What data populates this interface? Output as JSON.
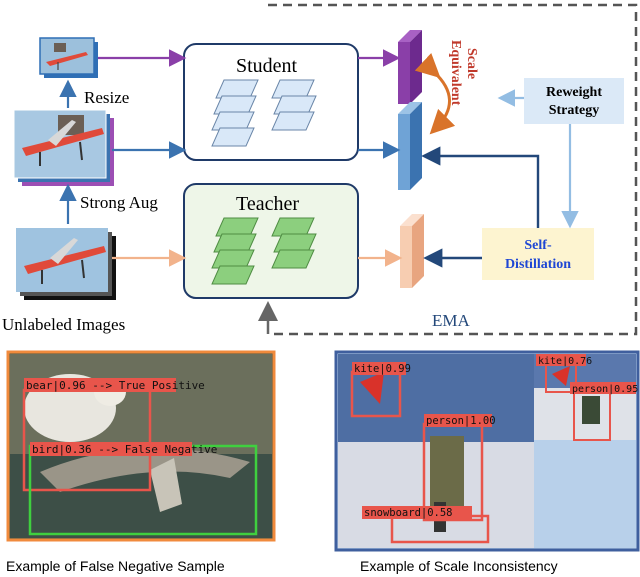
{
  "labels": {
    "student": "Student",
    "teacher": "Teacher",
    "resize": "Resize",
    "strong_aug": "Strong Aug",
    "unlabeled": "Unlabeled Images",
    "scale_equivalent_1": "Scale",
    "scale_equivalent_2": "Equivalent",
    "reweight_1": "Reweight",
    "reweight_2": "Strategy",
    "self_distill_1": "Self-",
    "self_distill_2": "Distillation",
    "ema": "EMA"
  },
  "examples": {
    "left": {
      "caption": "Example of False Negative Sample",
      "box1_label": "bear|0.96 --> True Positive",
      "box2_label": "bird|0.36 --> False Negative"
    },
    "right": {
      "caption": "Example of Scale Inconsistency",
      "kite_big": "kite|0.99",
      "person_big": "person|1.00",
      "snowboard": "snowboard|0.58",
      "kite_small": "kite|0.76",
      "person_small": "person|0.95"
    }
  },
  "colors": {
    "student_arrow": "#8a3fa8",
    "main_arrow": "#3b73b0",
    "teacher_arrow": "#f2b38c",
    "dark_arrow": "#23487a",
    "light_arrow": "#93bde3",
    "scale_arc": "#d9732a",
    "scale_text": "#c0392b",
    "left_panel_border": "#f08a3c",
    "right_panel_border": "#3f5f9e",
    "box_red": "#e8554b",
    "box_green": "#3fcf3f"
  }
}
